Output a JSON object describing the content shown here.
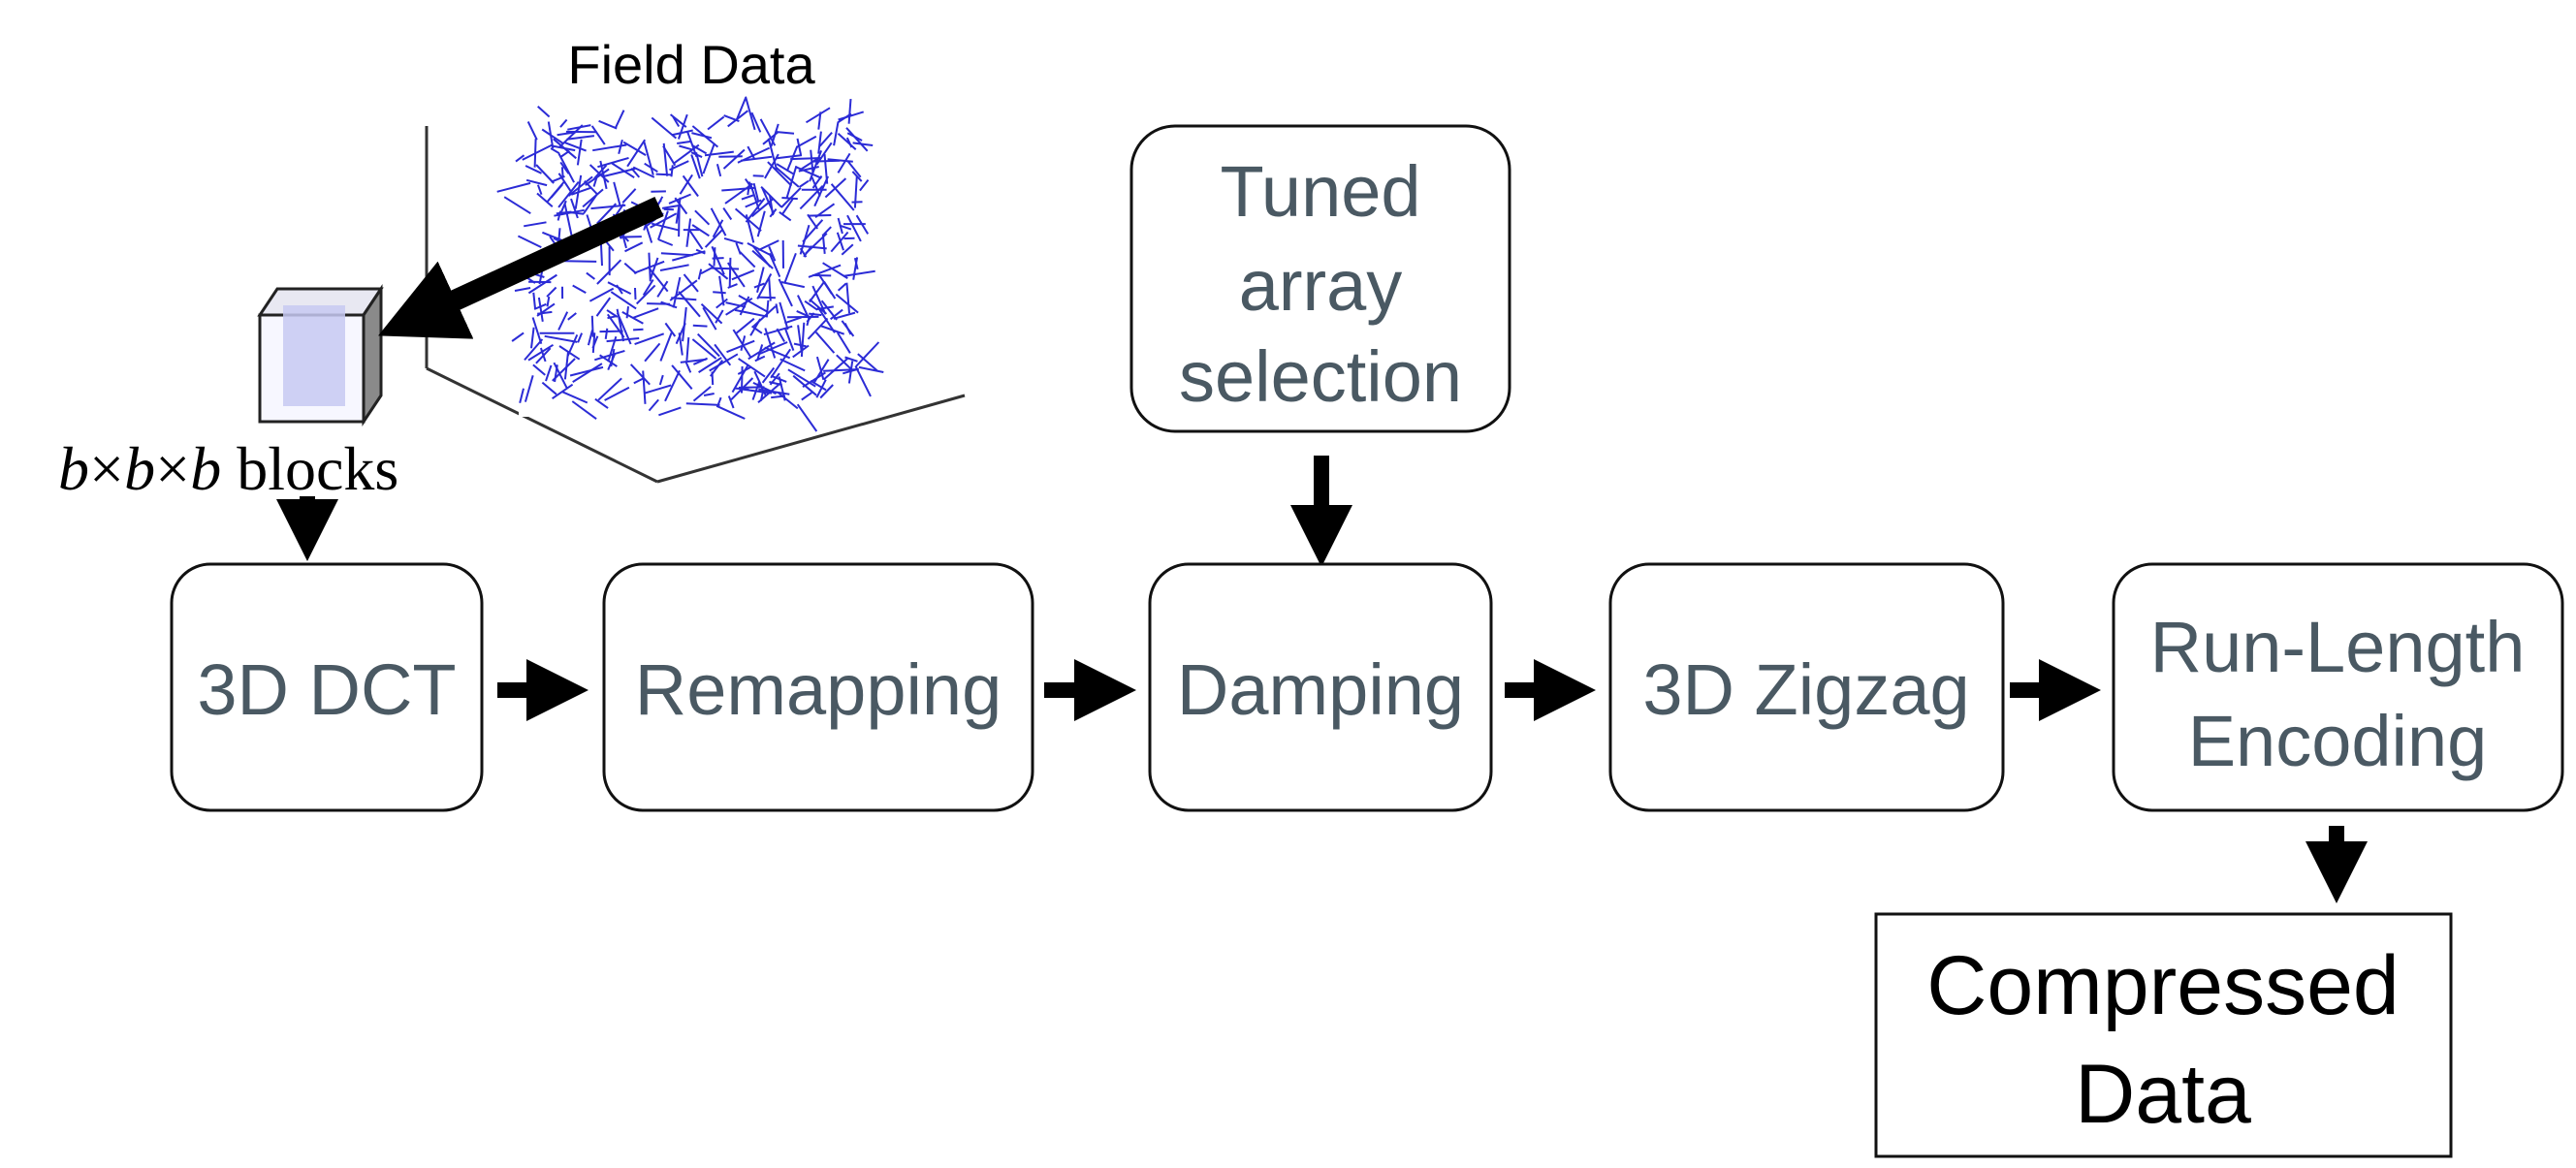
{
  "field_data": {
    "title": "Field Data"
  },
  "blocks": {
    "var": "b",
    "times": "×",
    "suffix": " blocks"
  },
  "stages": [
    {
      "id": "dct",
      "lines": [
        "3D DCT"
      ]
    },
    {
      "id": "remapping",
      "lines": [
        "Remapping"
      ]
    },
    {
      "id": "damping",
      "lines": [
        "Damping"
      ]
    },
    {
      "id": "zigzag",
      "lines": [
        "3D Zigzag"
      ]
    },
    {
      "id": "rle",
      "lines": [
        "Run-Length",
        "Encoding"
      ]
    }
  ],
  "tuned": {
    "lines": [
      "Tuned",
      "array",
      "selection"
    ]
  },
  "output": {
    "lines": [
      "Compressed",
      "Data"
    ]
  },
  "colors": {
    "box_text": "#4a5963",
    "arrow": "#000000",
    "vectors": "#2b2bd6"
  }
}
